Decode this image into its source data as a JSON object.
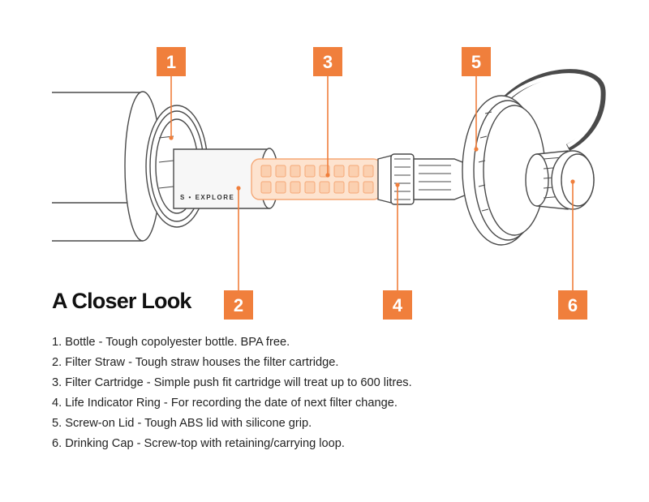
{
  "heading": "A Closer Look",
  "straw_print": "S • EXPLORE",
  "callouts": [
    {
      "number": "1"
    },
    {
      "number": "2"
    },
    {
      "number": "3"
    },
    {
      "number": "4"
    },
    {
      "number": "5"
    },
    {
      "number": "6"
    }
  ],
  "legend": [
    "1. Bottle - Tough copolyester bottle. BPA free.",
    "2. Filter Straw - Tough straw houses the filter cartridge.",
    "3. Filter Cartridge - Simple push fit cartridge will treat up to 600 litres.",
    "4. Life Indicator Ring - For recording the date of next filter change.",
    "5. Screw-on Lid - Tough ABS lid with silicone grip.",
    "6. Drinking Cap - Screw-top with retaining/carrying loop."
  ],
  "colors": {
    "accent": "#f07f3c",
    "cartridge_fill": "#fde3cf",
    "line_art": "#4a4a4a",
    "text": "#222222"
  }
}
